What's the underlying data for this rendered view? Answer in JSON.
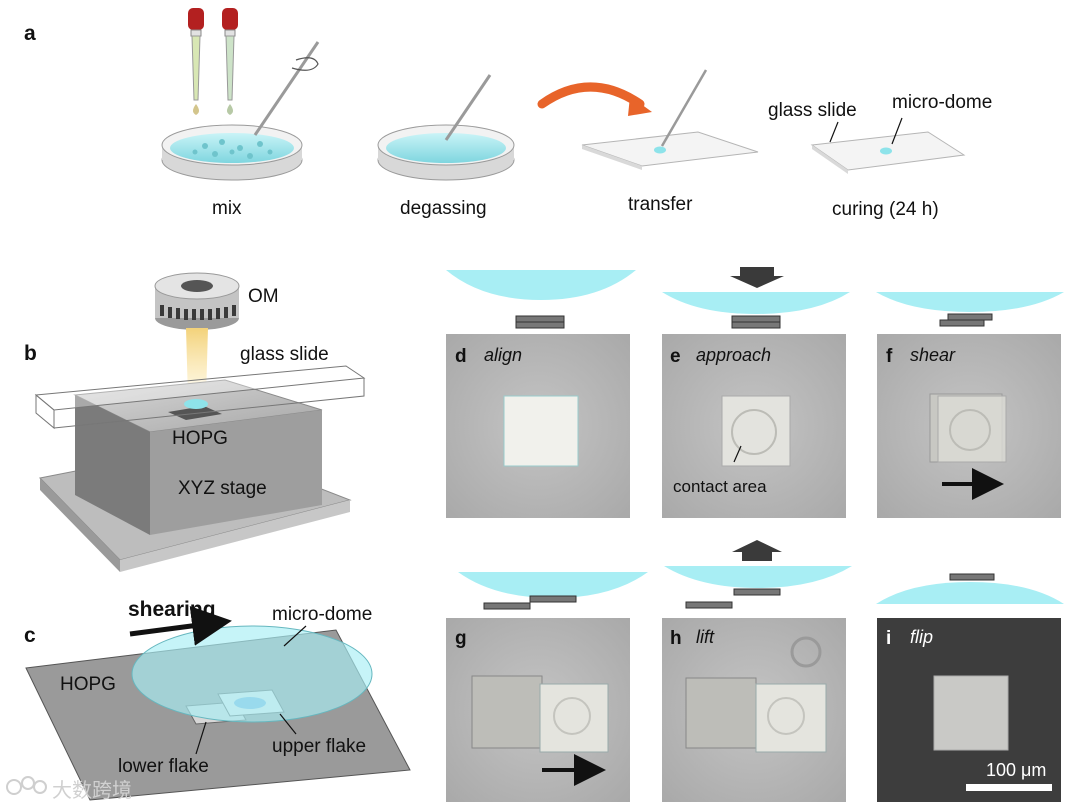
{
  "panel_a": {
    "letter": "a",
    "steps": [
      "mix",
      "degassing",
      "transfer",
      "curing (24 h)"
    ],
    "glass_slide": "glass slide",
    "micro_dome": "micro-dome"
  },
  "panel_b": {
    "letter": "b",
    "om": "OM",
    "glass_slide": "glass slide",
    "hopg": "HOPG",
    "stage": "XYZ stage"
  },
  "panel_c": {
    "letter": "c",
    "shearing": "shearing",
    "micro_dome": "micro-dome",
    "hopg": "HOPG",
    "lower_flake": "lower flake",
    "upper_flake": "upper flake"
  },
  "micrographs": [
    {
      "letter": "d",
      "title": "align"
    },
    {
      "letter": "e",
      "title": "approach",
      "annotation": "contact area"
    },
    {
      "letter": "f",
      "title": "shear"
    },
    {
      "letter": "g",
      "title": ""
    },
    {
      "letter": "h",
      "title": "lift"
    },
    {
      "letter": "i",
      "title": "flip",
      "scale_bar": "100 μm"
    }
  ],
  "watermark": "大数跨境",
  "colors": {
    "dome": "#a8eef4",
    "micrograph_bg": "#b9b9b9",
    "micrograph_dark": "#3d3d3d",
    "arrow_orange": "#e8642a",
    "stage_gray": "#8c8c8c"
  }
}
